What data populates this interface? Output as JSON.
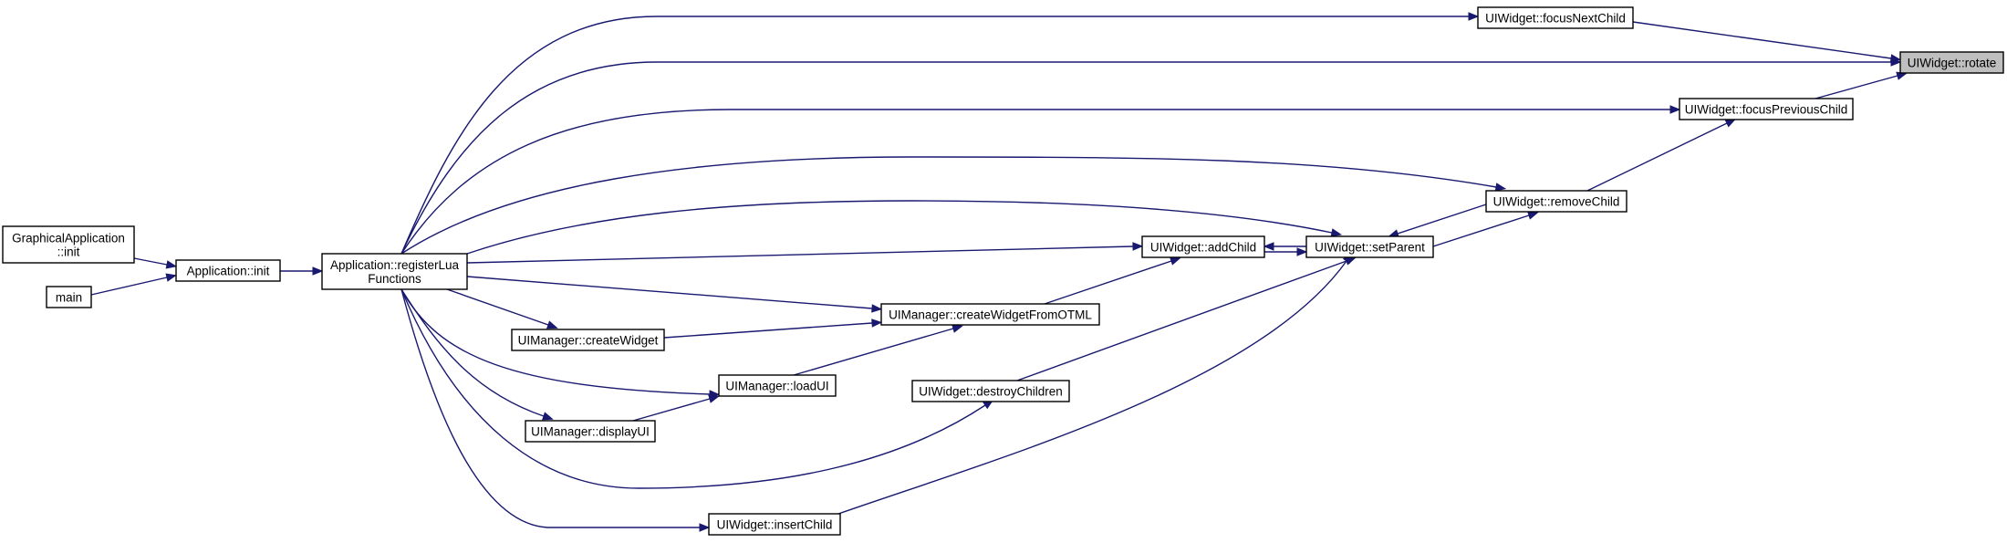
{
  "diagram": {
    "type": "call-graph",
    "edge_color": "#191970",
    "focus_fill": "#bfbfbf",
    "nodes": {
      "graphical_app_init": [
        "GraphicalApplication",
        "::init"
      ],
      "main": [
        "main"
      ],
      "app_init": [
        "Application::init"
      ],
      "register_lua": [
        "Application::registerLua",
        "Functions"
      ],
      "create_widget": [
        "UIManager::createWidget"
      ],
      "load_ui": [
        "UIManager::loadUI"
      ],
      "display_ui": [
        "UIManager::displayUI"
      ],
      "create_from_otml": [
        "UIManager::createWidgetFromOTML"
      ],
      "destroy_children": [
        "UIWidget::destroyChildren"
      ],
      "insert_child": [
        "UIWidget::insertChild"
      ],
      "add_child": [
        "UIWidget::addChild"
      ],
      "set_parent": [
        "UIWidget::setParent"
      ],
      "remove_child": [
        "UIWidget::removeChild"
      ],
      "focus_next": [
        "UIWidget::focusNextChild"
      ],
      "focus_prev": [
        "UIWidget::focusPreviousChild"
      ],
      "rotate": [
        "UIWidget::rotate"
      ]
    },
    "edges": [
      [
        "graphical_app_init",
        "app_init"
      ],
      [
        "main",
        "app_init"
      ],
      [
        "app_init",
        "register_lua"
      ],
      [
        "register_lua",
        "focus_next"
      ],
      [
        "register_lua",
        "rotate"
      ],
      [
        "register_lua",
        "focus_prev"
      ],
      [
        "register_lua",
        "remove_child"
      ],
      [
        "register_lua",
        "set_parent"
      ],
      [
        "register_lua",
        "add_child"
      ],
      [
        "register_lua",
        "create_from_otml"
      ],
      [
        "register_lua",
        "create_widget"
      ],
      [
        "register_lua",
        "load_ui"
      ],
      [
        "register_lua",
        "display_ui"
      ],
      [
        "register_lua",
        "destroy_children"
      ],
      [
        "register_lua",
        "insert_child"
      ],
      [
        "create_widget",
        "create_from_otml"
      ],
      [
        "load_ui",
        "create_from_otml"
      ],
      [
        "display_ui",
        "load_ui"
      ],
      [
        "create_from_otml",
        "add_child"
      ],
      [
        "add_child",
        "set_parent"
      ],
      [
        "set_parent",
        "add_child"
      ],
      [
        "set_parent",
        "remove_child"
      ],
      [
        "remove_child",
        "set_parent"
      ],
      [
        "destroy_children",
        "set_parent"
      ],
      [
        "insert_child",
        "set_parent"
      ],
      [
        "remove_child",
        "focus_prev"
      ],
      [
        "focus_next",
        "rotate"
      ],
      [
        "focus_prev",
        "rotate"
      ]
    ]
  }
}
